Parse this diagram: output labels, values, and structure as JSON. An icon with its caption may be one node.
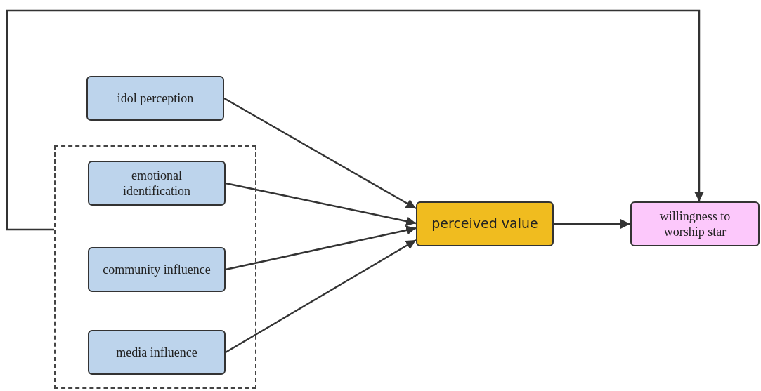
{
  "diagram": {
    "nodes": [
      {
        "text": [],
        "shape": "box"
      },
      {
        "text": [
          "idol perception"
        ]
      },
      {
        "text": [
          "emotional identification"
        ],
        "in": 0
      },
      {
        "text": [
          "community influence"
        ],
        "in": 0
      },
      {
        "text": [
          "media influence"
        ],
        "in": 0
      },
      {
        "text": [
          "perceived value"
        ]
      },
      {
        "text": [
          "willingness to worship star"
        ]
      }
    ],
    "edges": [
      {
        "from": 1,
        "to": 5,
        "arrow": "to"
      },
      {
        "from": 2,
        "to": 5,
        "arrow": "to"
      },
      {
        "from": 3,
        "to": 5,
        "arrow": "to"
      },
      {
        "from": 4,
        "to": 5,
        "arrow": "to"
      },
      {
        "from": 5,
        "to": 6,
        "arrow": "to"
      },
      {
        "from": 0,
        "to": 6,
        "arrow": "to"
      }
    ]
  }
}
